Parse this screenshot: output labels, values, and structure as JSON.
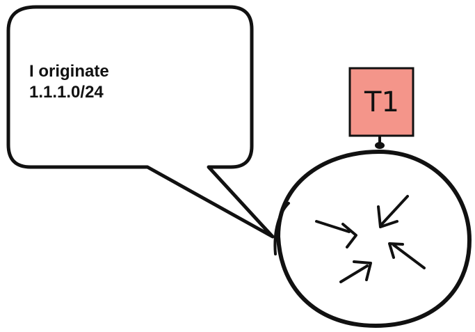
{
  "speech_bubble": {
    "lines": [
      "I originate",
      "1.1.1.0/24"
    ]
  },
  "router_tag": {
    "label": "T1",
    "color": "#f4958a"
  },
  "router": {
    "icon": "router-arrows-icon"
  }
}
